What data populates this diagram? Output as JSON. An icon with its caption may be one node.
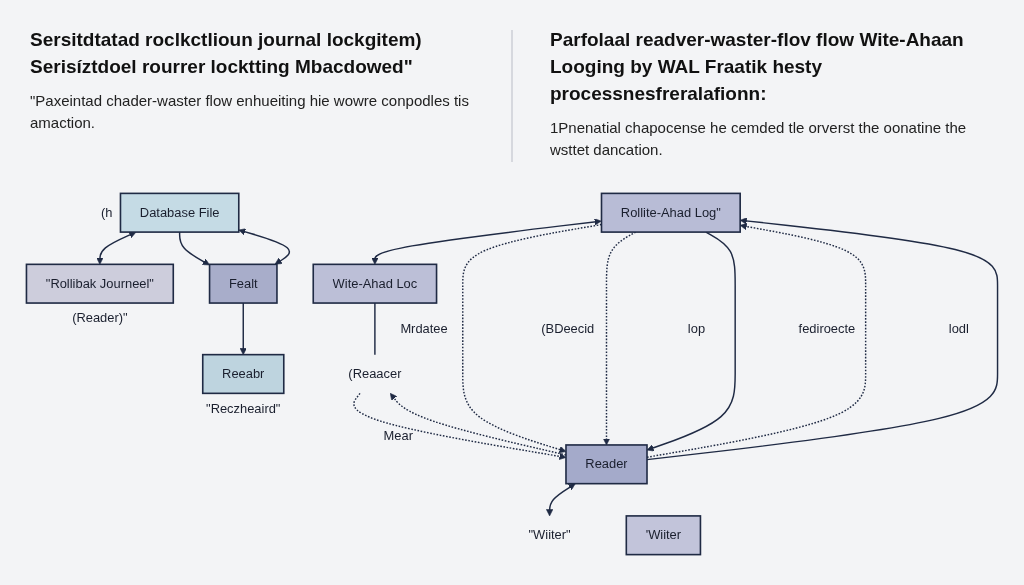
{
  "diagram": {
    "nodes": [
      {
        "text": [
          "Database File"
        ],
        "beside": [
          "(h"
        ]
      },
      {
        "text": [
          "\"Rollibak Journeel\""
        ],
        "beside": [
          "(Reader)\""
        ]
      },
      {
        "text": [
          "Fealt"
        ]
      },
      {
        "text": [
          "Reeabr"
        ],
        "beside": [
          "\"Reczheaird\""
        ]
      },
      {
        "text": [
          "Rollite-Ahad Log\""
        ]
      },
      {
        "text": [
          "Wite-Ahad Loc"
        ]
      },
      {
        "text": [
          "(Reaacer"
        ]
      },
      {
        "text": [
          "Reader"
        ]
      },
      {
        "text": [
          "\"Wiiter\""
        ]
      },
      {
        "text": [
          "'Wiiter"
        ]
      }
    ],
    "edges": [
      {
        "from": 0,
        "to": 1,
        "arrow": "both"
      },
      {
        "from": 0,
        "to": 2,
        "arrow": "to"
      },
      {
        "from": 2,
        "to": 0,
        "arrow": "both"
      },
      {
        "from": 2,
        "to": 3,
        "arrow": "to"
      },
      {
        "from": 4,
        "to": 5,
        "arrow": "both"
      },
      {
        "from": 5,
        "to": 6,
        "arrow": "none"
      },
      {
        "from": 4,
        "to": 7,
        "arrow": "to",
        "style": "dashed",
        "label": "Mrdatee"
      },
      {
        "from": 7,
        "to": 4,
        "arrow": "to",
        "style": "dashed",
        "label": "fediroecte"
      },
      {
        "from": 7,
        "to": 4,
        "arrow": "to",
        "label": "lodl"
      },
      {
        "from": 4,
        "to": 7,
        "arrow": "to",
        "style": "dashed",
        "label": "(BDeecid"
      },
      {
        "from": 4,
        "to": 7,
        "arrow": "to",
        "label": "lop"
      },
      {
        "from": 7,
        "to": 6,
        "arrow": "to",
        "style": "dashed"
      },
      {
        "from": 6,
        "to": 7,
        "arrow": "to",
        "style": "dashed",
        "label": "Mear"
      },
      {
        "from": 7,
        "to": 8,
        "arrow": "both"
      }
    ],
    "labels": [
      "Sersitdtatad roclkctlioun journal lockgitem) Serisíztdoel rourrer locktting Mbacdowed\"",
      "\"Paxeintad chader-waster flow enhueiting hie wowre conpodles tis amaction.",
      "Parfolaal readver-waster-flov flow Wite-Ahaan Looging by WAL Fraatik hesty processnesfreralafionn:",
      "1Pnenatial chapocense he cemded tle orverst the oonatine the wsttet dancation."
    ]
  }
}
